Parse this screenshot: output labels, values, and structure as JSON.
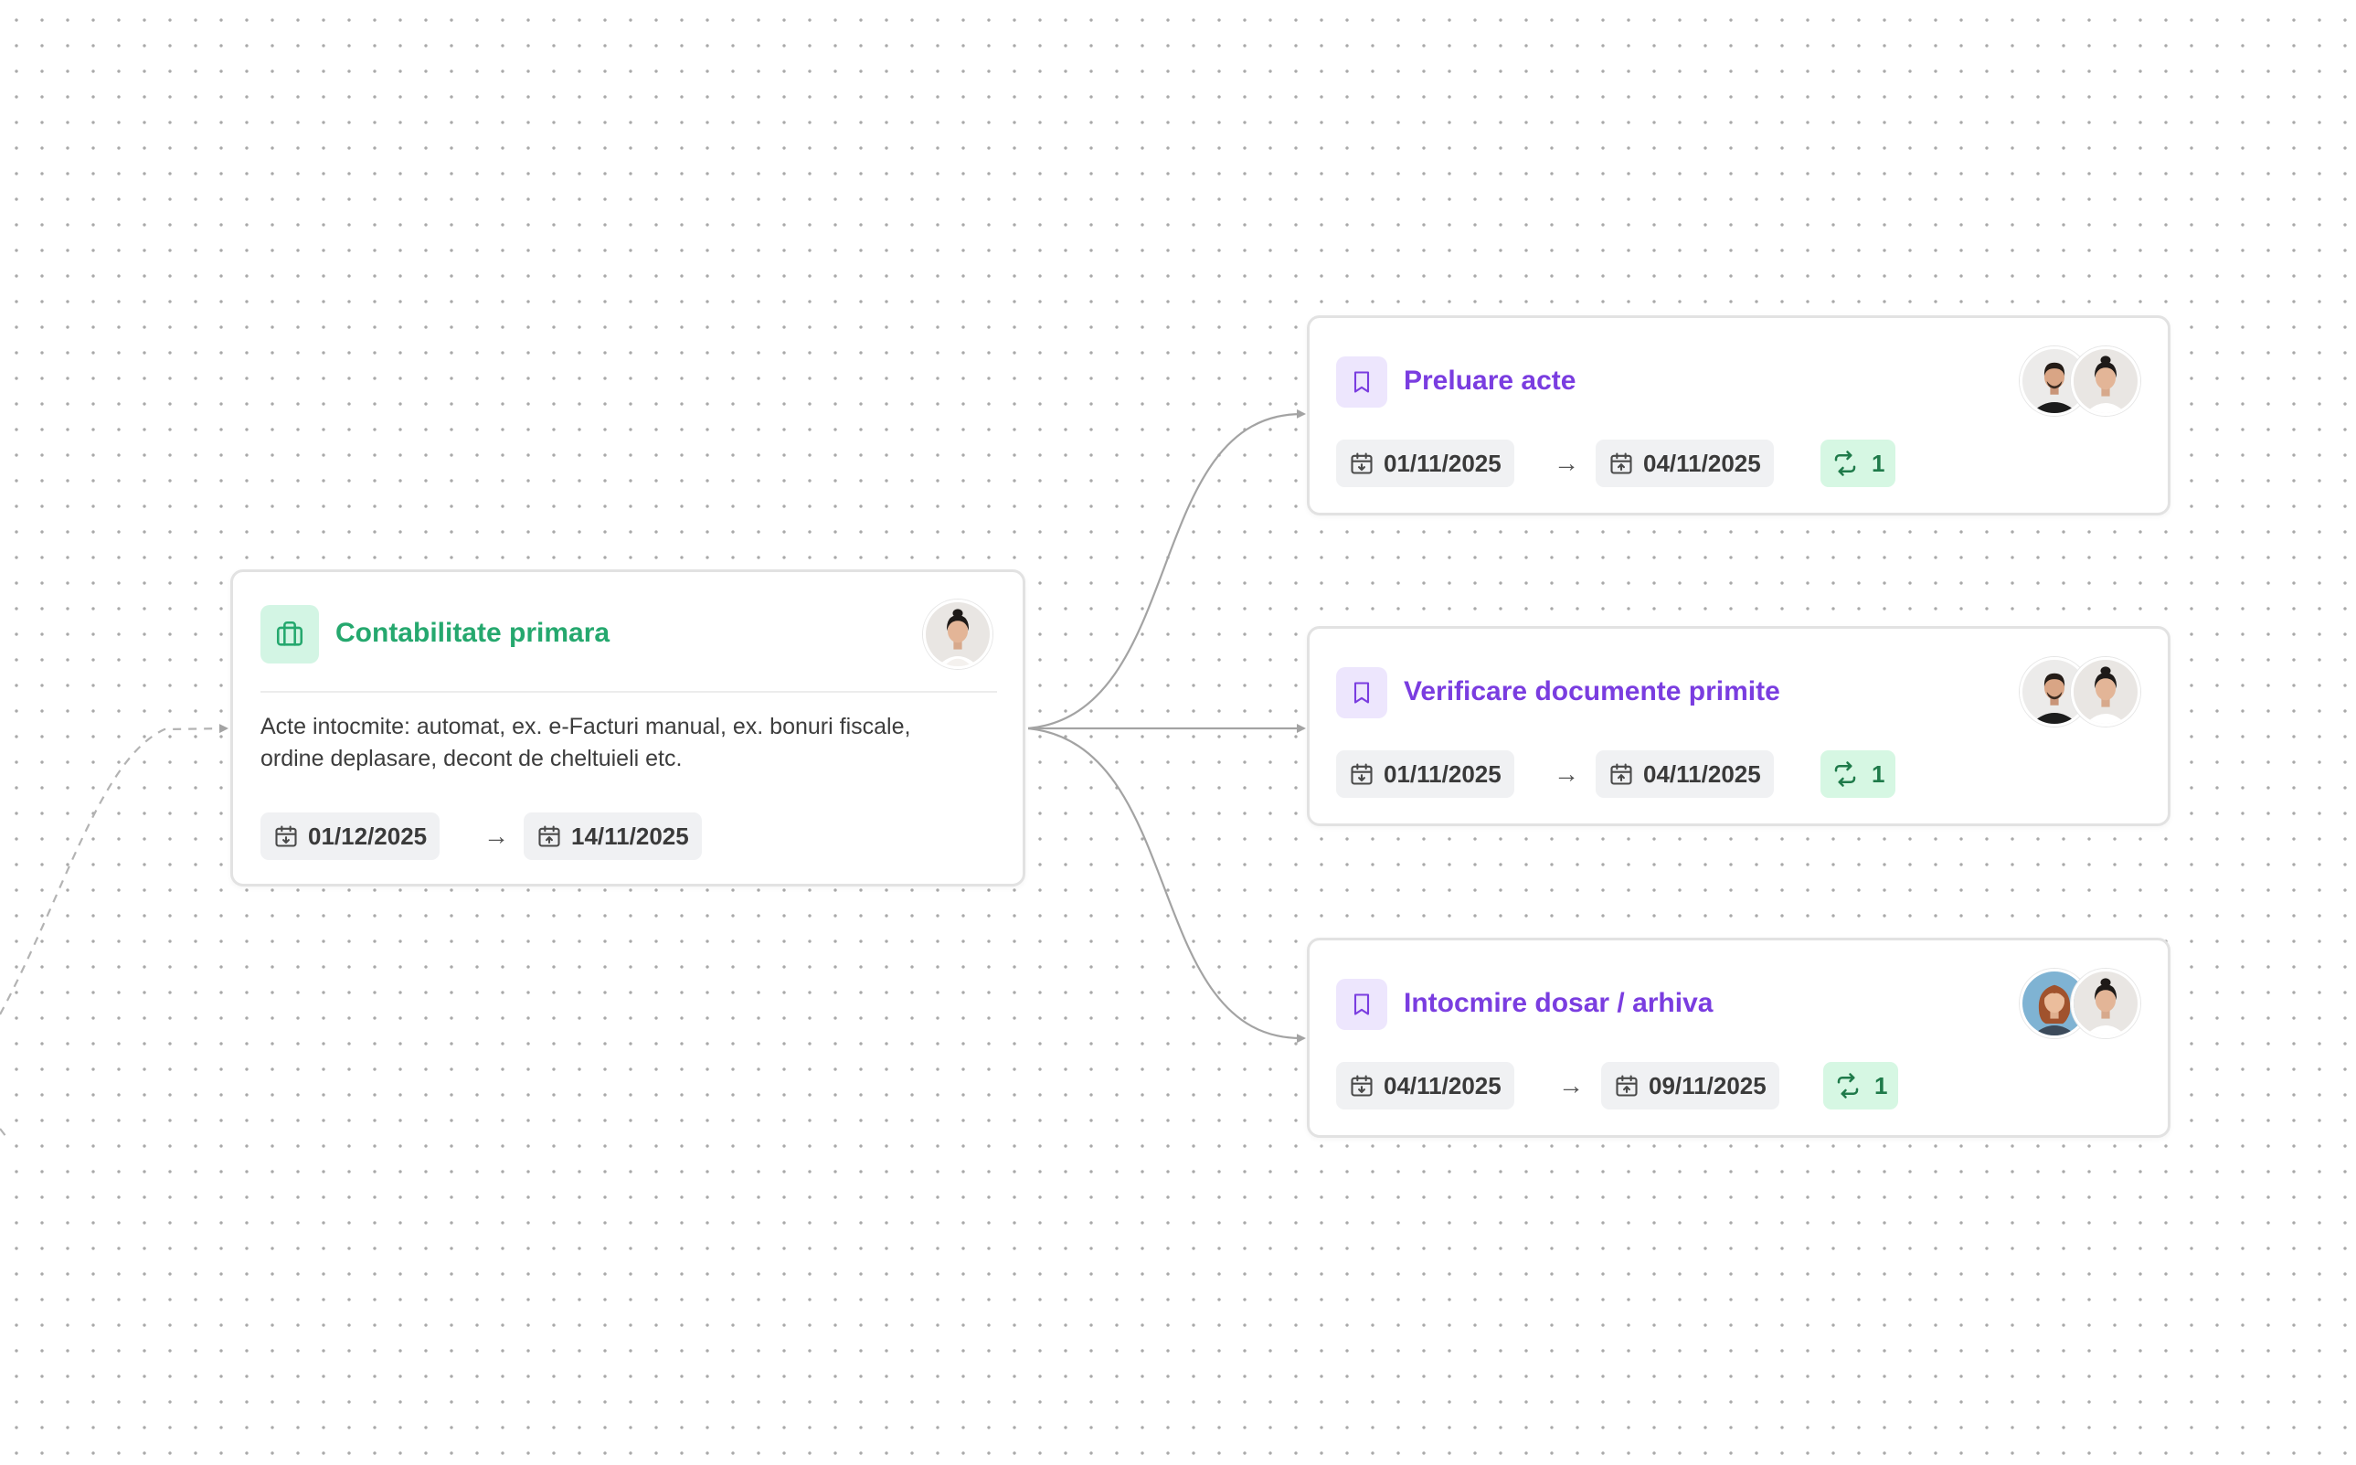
{
  "parent_card": {
    "title": "Contabilitate primara",
    "type_icon": "briefcase-icon",
    "description": "Acte intocmite: automat, ex. e-Facturi manual, ex. bonuri fiscale, ordine deplasare, decont de cheltuieli etc.",
    "start_date": "01/12/2025",
    "end_date": "14/11/2025",
    "arrow": "→",
    "assignees": [
      "woman-avatar"
    ],
    "accent_color": "#25a86e"
  },
  "child_cards": [
    {
      "title": "Preluare acte",
      "type_icon": "bookmark-icon",
      "start_date": "01/11/2025",
      "end_date": "04/11/2025",
      "arrow": "→",
      "repeat_count": "1",
      "assignees": [
        "man-avatar",
        "woman-avatar"
      ]
    },
    {
      "title": "Verificare documente primite",
      "type_icon": "bookmark-icon",
      "start_date": "01/11/2025",
      "end_date": "04/11/2025",
      "arrow": "→",
      "repeat_count": "1",
      "assignees": [
        "man-avatar",
        "woman-avatar"
      ]
    },
    {
      "title": "Intocmire dosar / arhiva",
      "type_icon": "bookmark-icon",
      "start_date": "04/11/2025",
      "end_date": "09/11/2025",
      "arrow": "→",
      "repeat_count": "1",
      "assignees": [
        "redhead-woman-avatar",
        "woman-avatar"
      ]
    }
  ],
  "colors": {
    "task_title": "#7a3de0",
    "group_title": "#25a86e",
    "repeat_badge_bg": "#d6f7e3",
    "date_pill_bg": "#f0f1f3",
    "connector": "#a3a3a3"
  }
}
